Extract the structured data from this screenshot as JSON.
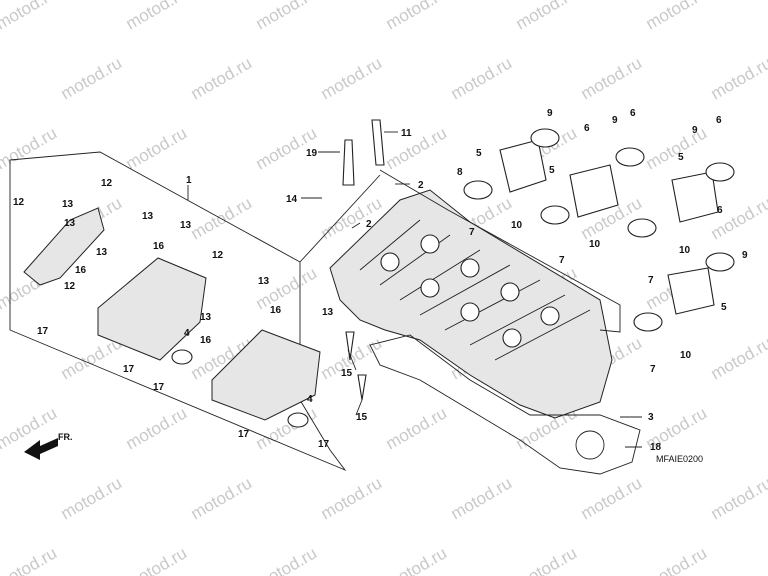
{
  "watermark": {
    "text": "motod.ru"
  },
  "diagram_code": "MFAIE0200",
  "direction_label": "FR.",
  "callouts": [
    "1",
    "2",
    "3",
    "4",
    "5",
    "6",
    "7",
    "8",
    "9",
    "10",
    "11",
    "12",
    "13",
    "14",
    "15",
    "16",
    "17",
    "18",
    "19"
  ]
}
